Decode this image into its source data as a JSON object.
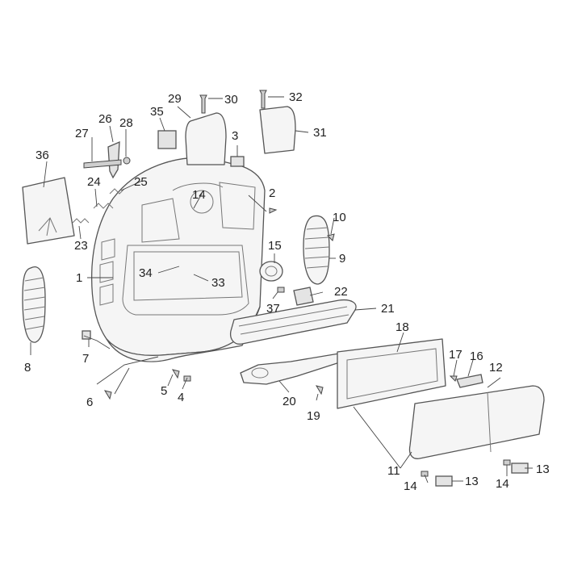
{
  "callouts": [
    {
      "id": "1",
      "text": "1"
    },
    {
      "id": "2",
      "text": "2"
    },
    {
      "id": "3",
      "text": "3"
    },
    {
      "id": "4",
      "text": "4"
    },
    {
      "id": "5",
      "text": "5"
    },
    {
      "id": "6",
      "text": "6"
    },
    {
      "id": "7",
      "text": "7"
    },
    {
      "id": "8",
      "text": "8"
    },
    {
      "id": "9",
      "text": "9"
    },
    {
      "id": "10",
      "text": "10"
    },
    {
      "id": "11",
      "text": "11"
    },
    {
      "id": "12",
      "text": "12"
    },
    {
      "id": "13a",
      "text": "13"
    },
    {
      "id": "13b",
      "text": "13"
    },
    {
      "id": "14a",
      "text": "14"
    },
    {
      "id": "14b",
      "text": "14"
    },
    {
      "id": "14c",
      "text": "14"
    },
    {
      "id": "15",
      "text": "15"
    },
    {
      "id": "16",
      "text": "16"
    },
    {
      "id": "17",
      "text": "17"
    },
    {
      "id": "18",
      "text": "18"
    },
    {
      "id": "19",
      "text": "19"
    },
    {
      "id": "20",
      "text": "20"
    },
    {
      "id": "21",
      "text": "21"
    },
    {
      "id": "22",
      "text": "22"
    },
    {
      "id": "23",
      "text": "23"
    },
    {
      "id": "24",
      "text": "24"
    },
    {
      "id": "25",
      "text": "25"
    },
    {
      "id": "26",
      "text": "26"
    },
    {
      "id": "27",
      "text": "27"
    },
    {
      "id": "28",
      "text": "28"
    },
    {
      "id": "29",
      "text": "29"
    },
    {
      "id": "30",
      "text": "30"
    },
    {
      "id": "31",
      "text": "31"
    },
    {
      "id": "32",
      "text": "32"
    },
    {
      "id": "33",
      "text": "33"
    },
    {
      "id": "34",
      "text": "34"
    },
    {
      "id": "35",
      "text": "35"
    },
    {
      "id": "36",
      "text": "36"
    },
    {
      "id": "37",
      "text": "37"
    }
  ]
}
